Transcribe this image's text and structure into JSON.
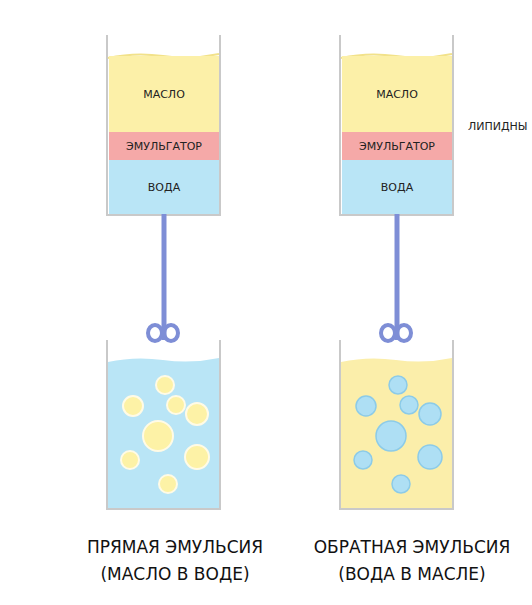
{
  "diagram": {
    "nodes": [
      {
        "text": [
          "МАСЛО"
        ]
      },
      {
        "text": [
          "ЭМУЛЬГАТОР"
        ]
      },
      {
        "text": [
          "ВОДА"
        ]
      },
      {
        "text": [
          "МАСЛО"
        ]
      },
      {
        "text": [
          "ЭМУЛЬГАТОР"
        ]
      },
      {
        "text": [
          "ВОДА"
        ]
      },
      {
        "text": [
          "ПРЯМАЯ ЭМУЛЬСИЯ",
          "(МАСЛО В ВОДЕ)"
        ]
      },
      {
        "text": [
          "ОБРАТНАЯ ЭМУЛЬСИЯ",
          "(ВОДА В МАСЛЕ)"
        ]
      }
    ],
    "edges": [
      {
        "from": 2,
        "to": 6,
        "arrow": "none"
      },
      {
        "from": 5,
        "to": 7,
        "arrow": "none"
      }
    ],
    "labels": [
      "ЛИПИДНЫ"
    ]
  }
}
